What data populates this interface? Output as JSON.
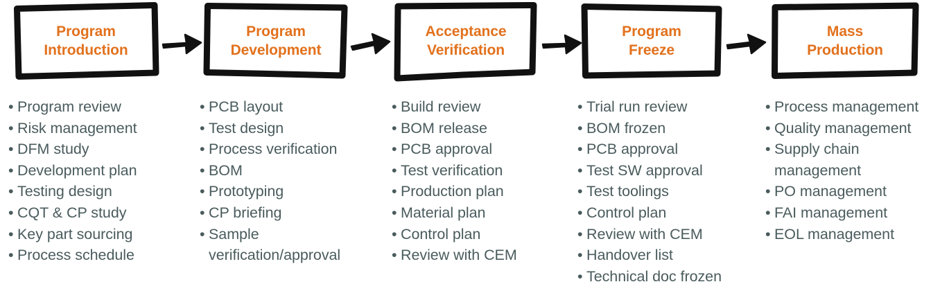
{
  "colors": {
    "stage_title": "#E2711D",
    "bullet_text": "#4A5B5D",
    "box_outline": "#111111",
    "arrow": "#111111",
    "background": "#FFFFFF"
  },
  "flow": {
    "stages": [
      {
        "id": "program-introduction",
        "title_line1": "Program",
        "title_line2": "Introduction",
        "items": [
          "Program review",
          "Risk management",
          "DFM study",
          "Development plan",
          "Testing design",
          "CQT & CP study",
          "Key part sourcing",
          "Process schedule"
        ]
      },
      {
        "id": "program-development",
        "title_line1": "Program",
        "title_line2": "Development",
        "items": [
          "PCB layout",
          "Test design",
          "Process verification",
          "BOM",
          "Prototyping",
          "CP briefing",
          "Sample\nverification/approval"
        ]
      },
      {
        "id": "acceptance-verification",
        "title_line1": "Acceptance",
        "title_line2": "Verification",
        "items": [
          "Build review",
          "BOM release",
          "PCB approval",
          "Test verification",
          "Production plan",
          "Material plan",
          "Control plan",
          "Review with CEM"
        ]
      },
      {
        "id": "program-freeze",
        "title_line1": "Program",
        "title_line2": "Freeze",
        "items": [
          "Trial run review",
          "BOM frozen",
          "PCB approval",
          "Test SW approval",
          "Test toolings",
          "Control plan",
          "Review with CEM",
          "Handover list",
          "Technical doc frozen"
        ]
      },
      {
        "id": "mass-production",
        "title_line1": "Mass",
        "title_line2": "Production",
        "items": [
          "Process management",
          "Quality management",
          "Supply chain\nmanagement",
          "PO management",
          "FAI management",
          "EOL management"
        ]
      }
    ],
    "connectors": [
      {
        "id": "arrow-1",
        "from": "program-introduction",
        "to": "program-development"
      },
      {
        "id": "arrow-2",
        "from": "program-development",
        "to": "acceptance-verification"
      },
      {
        "id": "arrow-3",
        "from": "acceptance-verification",
        "to": "program-freeze"
      },
      {
        "id": "arrow-4",
        "from": "program-freeze",
        "to": "mass-production"
      }
    ]
  }
}
